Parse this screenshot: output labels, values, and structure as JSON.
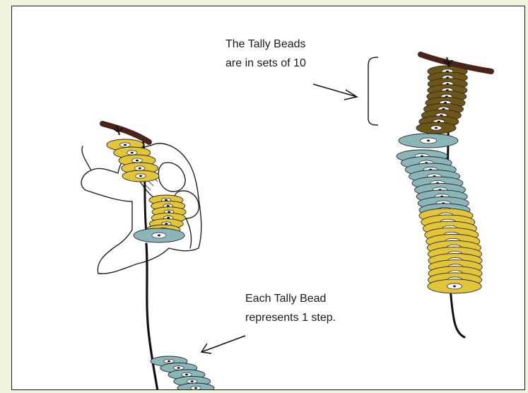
{
  "annotations": {
    "sets_line1": "The Tally Beads",
    "sets_line2": "are in sets of 10",
    "step_line1": "Each Tally Bead",
    "step_line2": "represents 1 step."
  },
  "colors": {
    "background": "#eef3dc",
    "panel": "#ffffff",
    "yellow_bead": "#e3c53a",
    "blue_bead": "#8ab6ba",
    "brown_bead": "#6e5518",
    "stick": "#4a2418",
    "cord": "#111111",
    "ink": "#1a1a1a"
  }
}
